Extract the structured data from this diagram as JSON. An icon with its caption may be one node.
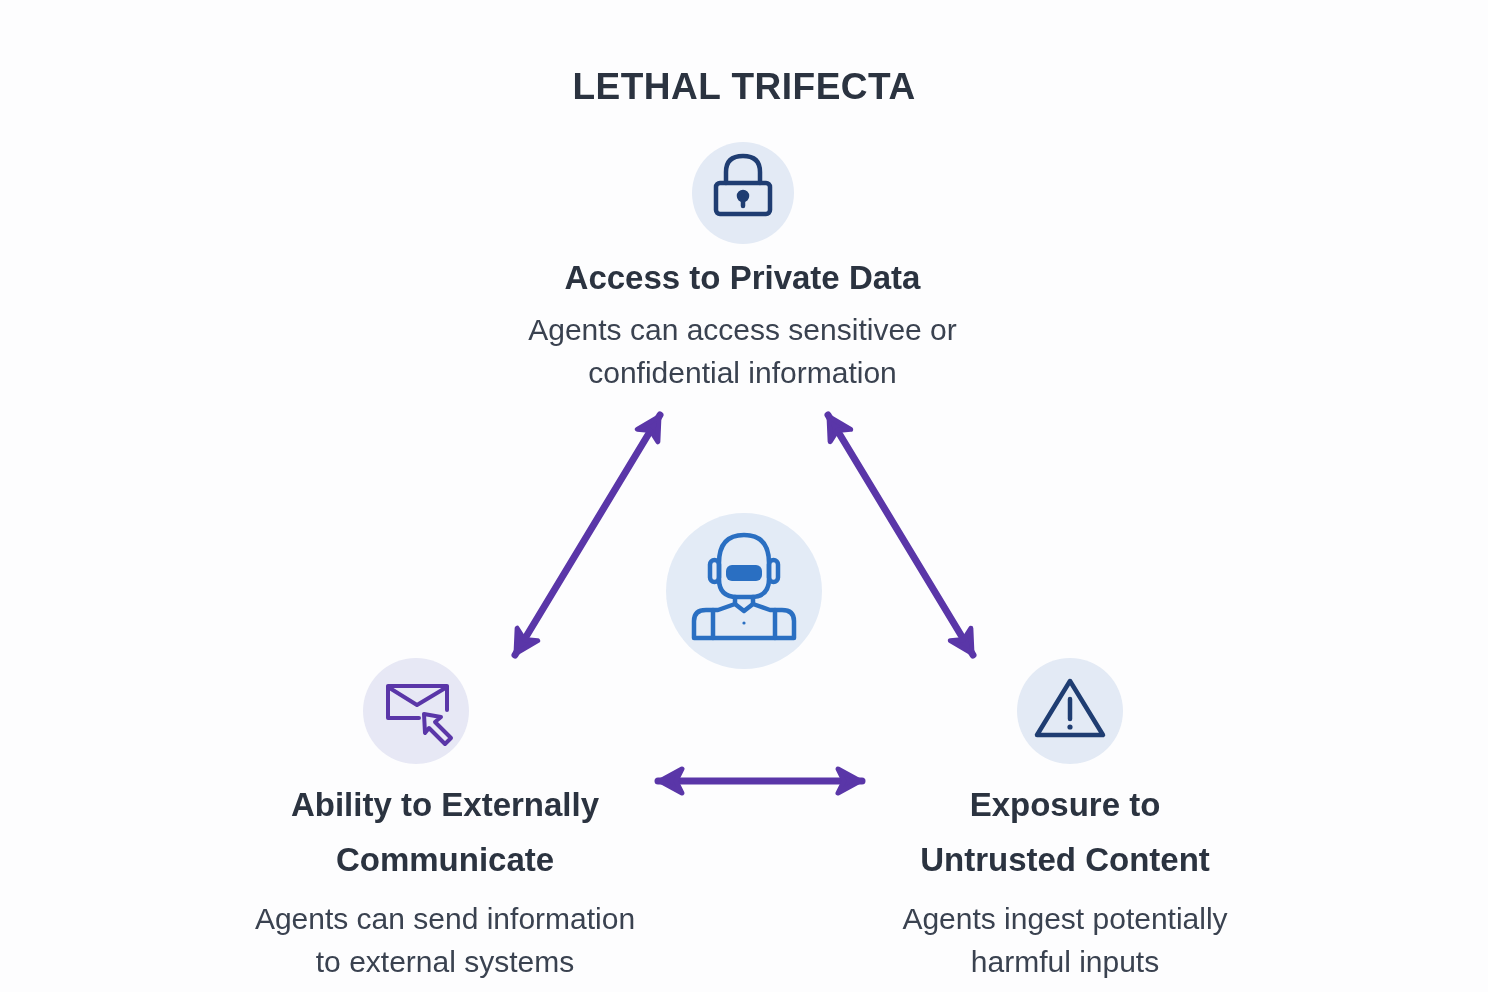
{
  "diagram": {
    "title": "LETHAL TRIFECTA",
    "nodes": [
      {
        "text": [
          "Access to Private Data",
          "Agents can access sensitivee or confidential information"
        ]
      },
      {
        "text": [],
        "shape": "circle"
      },
      {
        "text": [
          "Ability to Externally Communicate",
          "Agents can send information to external systems"
        ]
      },
      {
        "text": [
          "Exposure to Untrusted Content",
          "Agents ingest potentially harmful inputs"
        ]
      }
    ],
    "edges": [
      {
        "from": 0,
        "to": 2,
        "arrow": "both"
      },
      {
        "from": 0,
        "to": 3,
        "arrow": "both"
      },
      {
        "from": 2,
        "to": 3,
        "arrow": "both"
      }
    ]
  }
}
